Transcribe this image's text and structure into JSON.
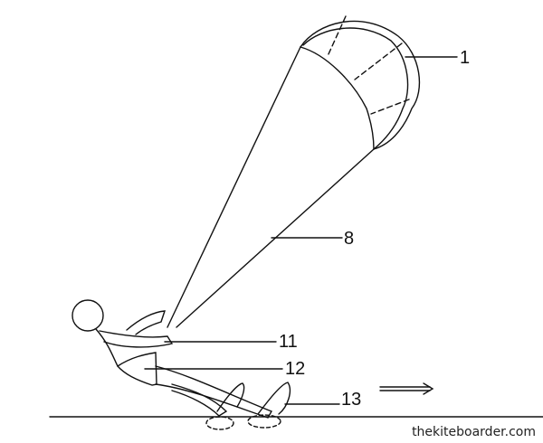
{
  "labels": {
    "kite": "1",
    "lines": "8",
    "harness": "11",
    "body": "12",
    "board": "13"
  },
  "watermark": "thekiteboarder.com",
  "direction_arrow": "double-arrow-right"
}
